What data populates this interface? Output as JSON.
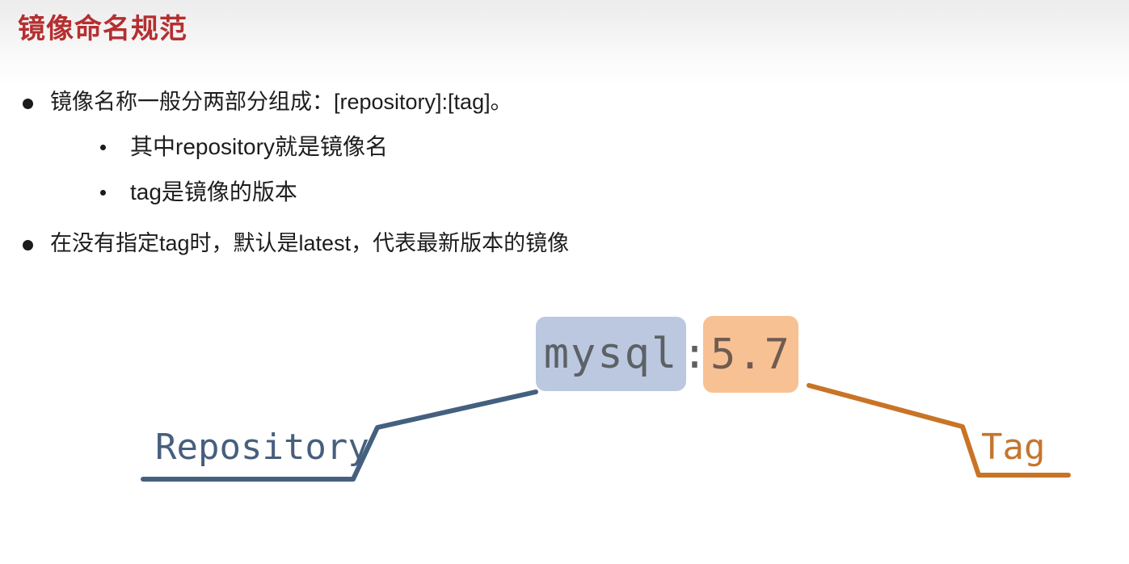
{
  "slide": {
    "title": "镜像命名规范",
    "title_color": "#b52f30",
    "background": "#ffffff"
  },
  "bullets": [
    {
      "level": 1,
      "marker": "filled-circle",
      "text": "镜像名称一般分两部分组成：[repository]:[tag]。"
    },
    {
      "level": 2,
      "marker": "small-dot",
      "text": "其中repository就是镜像名"
    },
    {
      "level": 2,
      "marker": "small-dot",
      "text": "tag是镜像的版本"
    },
    {
      "level": 1,
      "marker": "filled-circle",
      "text": "在没有指定tag时，默认是latest，代表最新版本的镜像"
    }
  ],
  "diagram": {
    "image_name": {
      "repository": "mysql",
      "separator": ":",
      "tag": "5.7"
    },
    "repository_box_color": "#bbc8e0",
    "tag_box_color": "#f8c194",
    "repository_leader_color": "#44607f",
    "tag_leader_color": "#c87426",
    "labels": {
      "repository": "Repository",
      "tag": "Tag"
    }
  }
}
